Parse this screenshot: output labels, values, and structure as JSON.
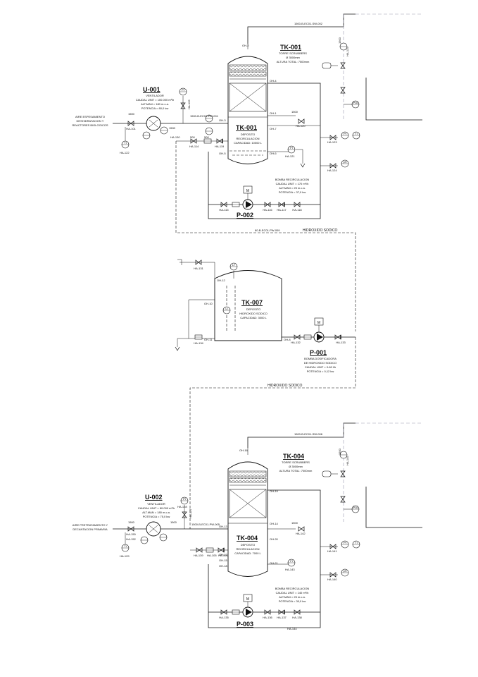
{
  "unit_u001": {
    "tag": "U-001",
    "l1": "VENTILADOR",
    "l2": "CAUDAL UNIT = 100.000 m³/h",
    "l3": "ALT.MAN = 180 m.c.a.",
    "l4": "POTENCIA = 80,0 kw"
  },
  "inlet1": {
    "l1": "AIRE ESPESAMIENTO",
    "l2": "DESHIDRATACION Y",
    "l3": "REACTORES BIOLOGICOS"
  },
  "tk001_top": {
    "tag": "TK-001",
    "l1": "TORRE SCRUBBERS",
    "l2": "Ø 3500mm",
    "l3": "ALTURA TOTAL: 7500mm"
  },
  "tk001_bottom": {
    "tag": "TK-001",
    "l1": "DEPOSITO",
    "l2": "RECIRCULACION",
    "l3": "CAPACIDAD: 10000 L"
  },
  "p002": {
    "tag": "P-002",
    "l1": "BOMBA RECIRCULACION",
    "l2": "CAUDAL UNIT = 170 m³/h",
    "l3": "ALT.MAN = 25 m.c.a.",
    "l4": "POTENCIA = 37,0 kw"
  },
  "tk007": {
    "tag": "TK-007",
    "l1": "DEPOSITO",
    "l2": "HIDROXIDO SODICO",
    "l3": "CAPACIDAD: 3000 L"
  },
  "p001": {
    "tag": "P-001",
    "l1": "BOMBA DOSIFICADORA",
    "l2": "DE HIDROXIDO SODICO",
    "l3": "CAUDAL UNIT = 0-60 l/h",
    "l4": "POTENCIA = 0,12 kw"
  },
  "u002": {
    "tag": "U-002",
    "l1": "VENTILADOR",
    "l2": "CAUDAL UNIT = 80.000 m³/h",
    "l3": "ALT.MAN = 180 m.c.a.",
    "l4": "POTENCIA = 75,0 kw"
  },
  "inlet2": {
    "l1": "AIRE PRETRATAMIENTO Y",
    "l2": "DECANTACION PRIMARIA"
  },
  "tk004_top": {
    "tag": "TK-004",
    "l1": "TORRE SCRUBBERS",
    "l2": "Ø 3000mm",
    "l3": "ALTURA TOTAL: 7000mm"
  },
  "tk004_bottom": {
    "tag": "TK-004",
    "l1": "DEPOSITO",
    "l2": "RECIRCULACION",
    "l3": "CAPACIDAD: 7000 L"
  },
  "p003": {
    "tag": "P-003",
    "l1": "BOMBA RECIRCULACION",
    "l2": "CAUDAL UNIT = 140 m³/h",
    "l3": "ALT.MAN = 25 m.c.a.",
    "l4": "POTENCIA = 30,0 kw"
  },
  "lines": {
    "naoh1": "HIDROXIDO SODICO",
    "naoh2": "HIDROXIDO SODICO",
    "pw009": "80-B-EC01-PW-009",
    "sw002": "1500-B-EC01-SW-002",
    "sw006": "1500-B-EC01-SW-006",
    "pw001": "1500-B-EC01-PW-001",
    "pw005": "1500-B-EC01-PW-005"
  },
  "valves": {
    "ha101": "HA-101",
    "ha114": "HA-114",
    "ha130": "HA-130",
    "ha115": "HA-115",
    "ha116": "HA-116",
    "ha117": "HA-117",
    "ha118": "HA-118",
    "ha119": "HA-119",
    "ha120": "HA-120",
    "ha121": "HA-121",
    "ha123": "HA-123",
    "ha124": "HA-124",
    "ha125": "HA-125",
    "ha126": "HA-126",
    "ha127": "HA-127",
    "ha131": "HA-131",
    "ha132": "HA-132",
    "ha133": "HA-133",
    "ha134": "HA-134",
    "ha135": "HA-135",
    "ha136": "HA-136",
    "ha138": "HA-138",
    "ha139": "HA-139",
    "ha140": "HA-140",
    "ha141": "HA-141",
    "ha142": "HA-142",
    "ha143": "HA-143",
    "ha145": "HA-145",
    "ha150": "HA-150",
    "ha152": "HA-152",
    "ha105": "HA-105",
    "ha106": "HA-106",
    "ha128": "HA-128",
    "ha129": "HA-129",
    "ha137": "HA-137",
    "ha144": "HA-144",
    "ha122": "HA-122"
  },
  "nozzles": {
    "n2": "OH-2",
    "n4": "OH-4",
    "n5": "OH-5",
    "n1": "OH-1",
    "n7": "OH-7",
    "n6": "OH-6",
    "n3": "OH-3",
    "n8": "OH-8",
    "n10": "OH-10",
    "n11": "OH-11",
    "n12": "OH-12",
    "n16": "OH-16",
    "n19": "OH-19",
    "n14": "OH-14",
    "n20": "OH-20",
    "n21": "OH-21",
    "n13": "OH-13",
    "n15": "OH-15",
    "n17": "OH-17",
    "n18": "OH-18"
  },
  "sizes": {
    "s1": "1500",
    "s2": "1500",
    "s3": "500",
    "s4": "500",
    "s5": "1500",
    "s6": "1500",
    "s7": "1500",
    "s8": "1500",
    "s9": "1500",
    "s10": "1500"
  },
  "instruments": {
    "m": "M",
    "pi": "PI",
    "ti": "TI",
    "fi": "FI",
    "li": "LI",
    "lt": "LT",
    "pdi": "PDI",
    "ph": "pH"
  }
}
